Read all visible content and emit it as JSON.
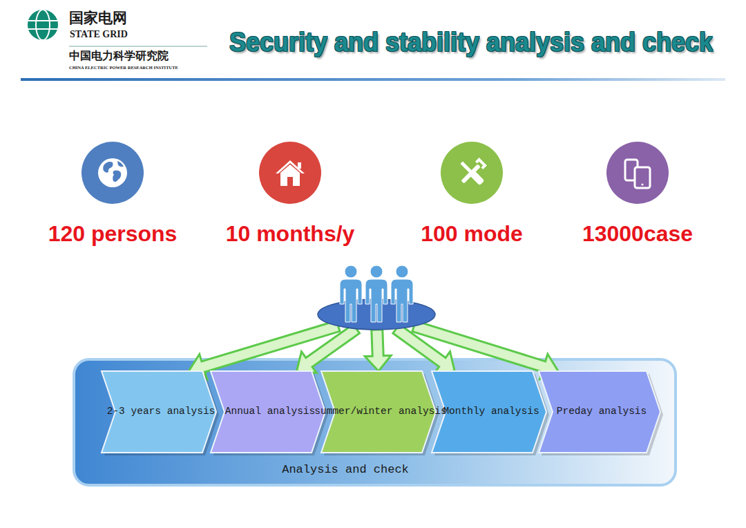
{
  "diagram": {
    "title": "Security and stability analysis and check",
    "nodes": [
      {
        "text": [
          "120 persons"
        ]
      },
      {
        "text": [
          "10 months/y"
        ]
      },
      {
        "text": [
          "100 mode"
        ]
      },
      {
        "text": [
          "13000case"
        ]
      },
      {
        "text": []
      },
      {
        "text": [
          "Analysis and check"
        ]
      },
      {
        "text": [
          "2-3 years analysis"
        ],
        "in": 5
      },
      {
        "text": [
          "Annual analysis"
        ],
        "in": 5
      },
      {
        "text": [
          "summer/winter analysis"
        ],
        "in": 5
      },
      {
        "text": [
          "Monthly analysis"
        ],
        "in": 5
      },
      {
        "text": [
          "Preday analysis"
        ],
        "in": 5
      }
    ],
    "edges": [
      {
        "from": 4,
        "to": 6,
        "arrow": "to"
      },
      {
        "from": 4,
        "to": 7,
        "arrow": "to"
      },
      {
        "from": 4,
        "to": 8,
        "arrow": "to"
      },
      {
        "from": 4,
        "to": 9,
        "arrow": "to"
      },
      {
        "from": 4,
        "to": 10,
        "arrow": "to"
      }
    ],
    "labels": [
      "国家电网",
      "STATE GRID",
      "中国电力科学研究院",
      "CHINA ELECTRIC POWER RESEARCH INSTITUTE"
    ]
  }
}
